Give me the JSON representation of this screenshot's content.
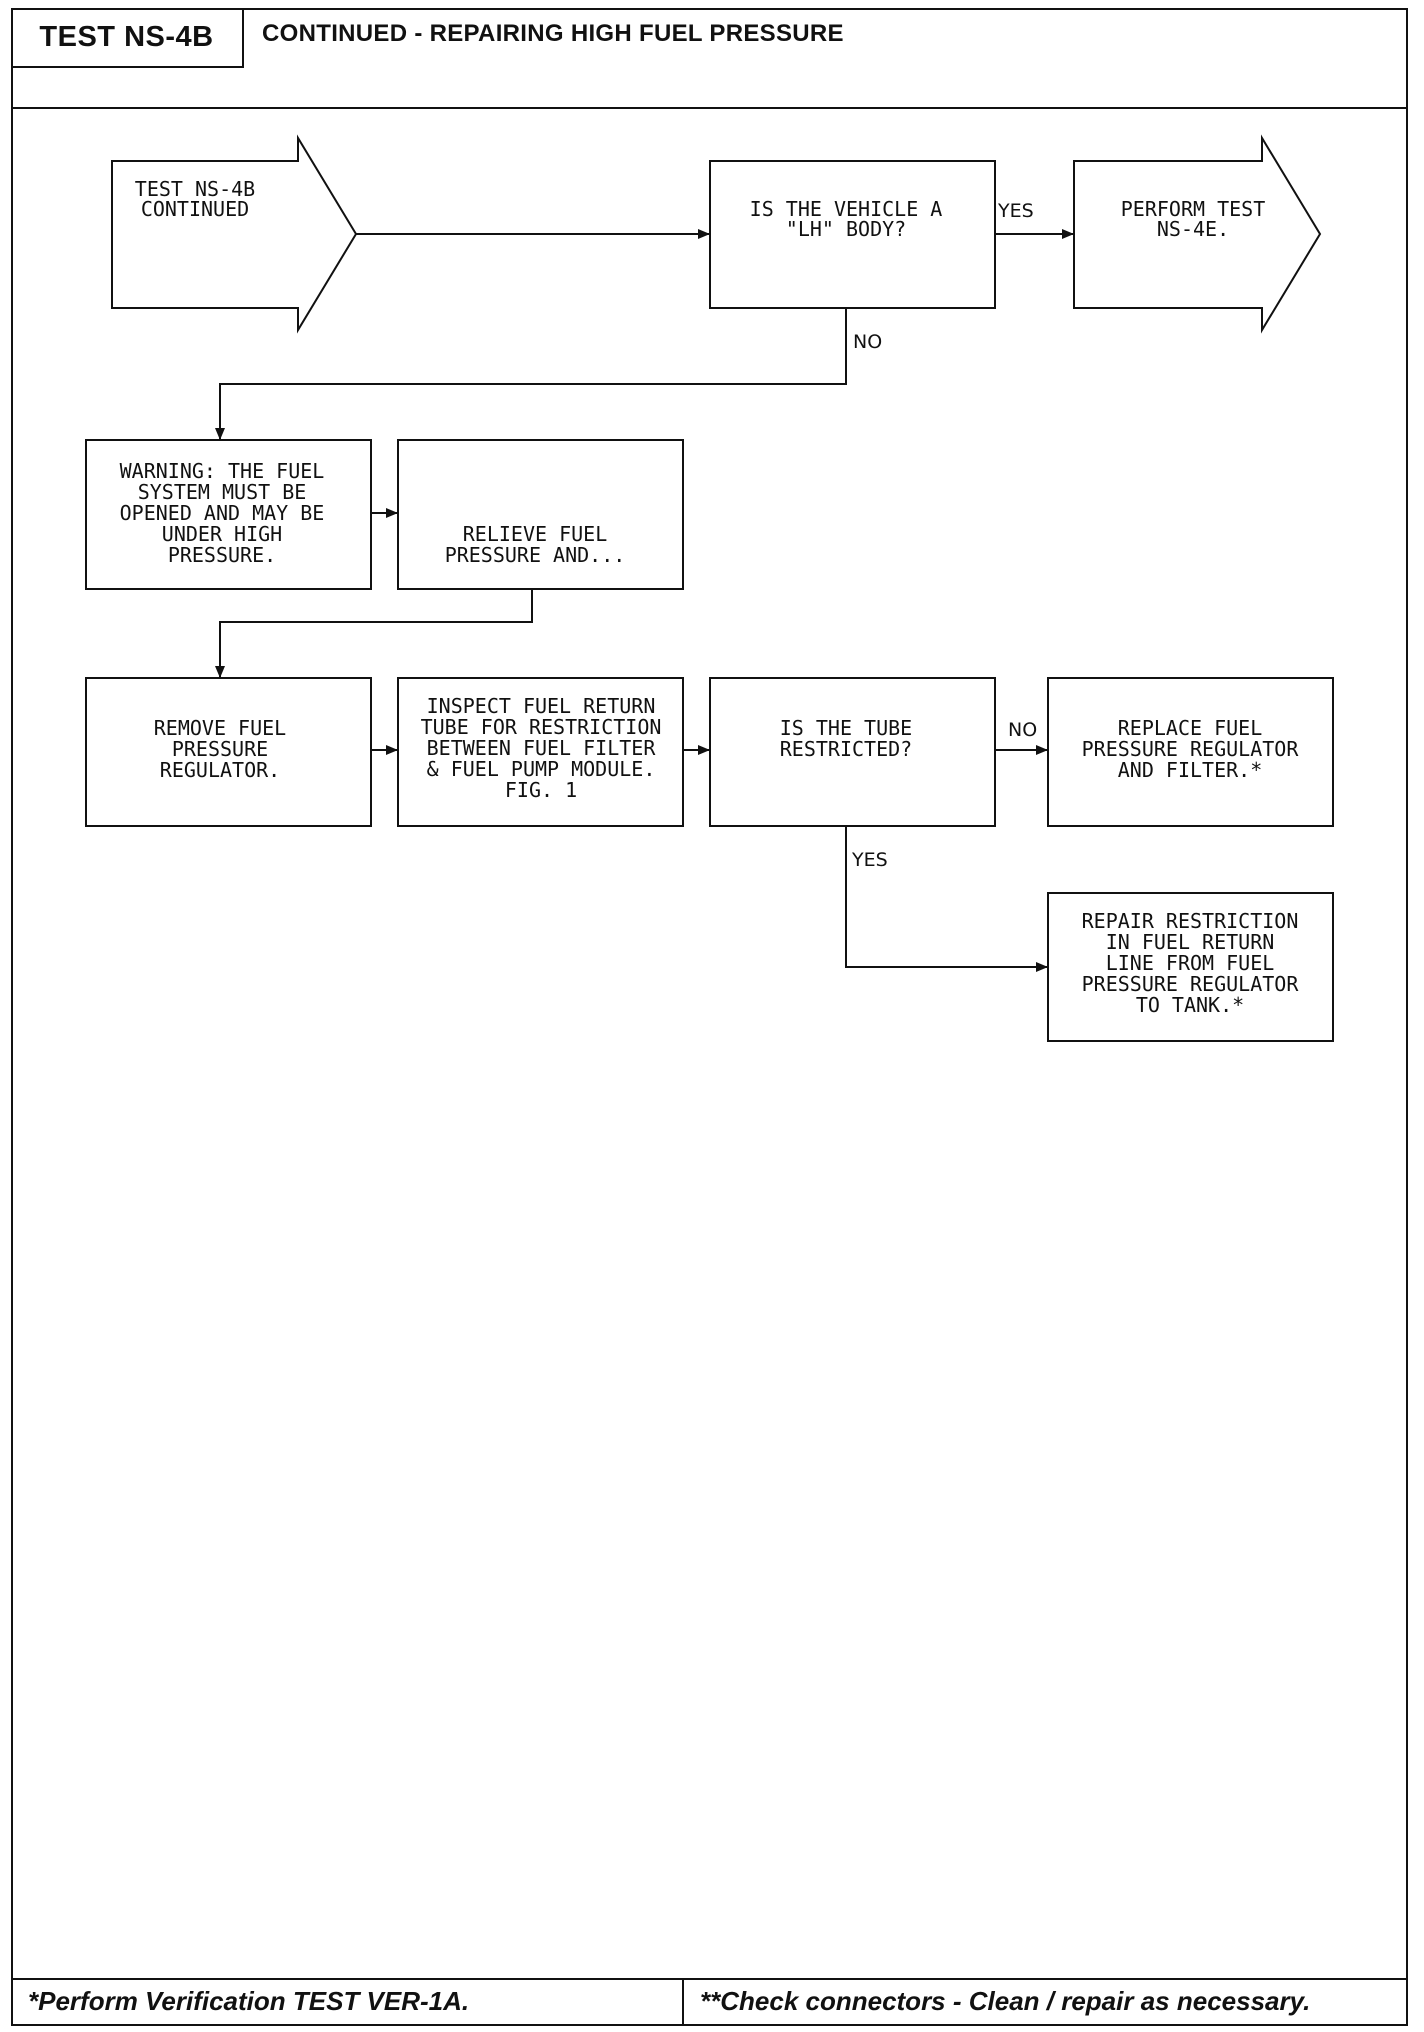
{
  "header": {
    "test_id": "TEST NS-4B",
    "title": "CONTINUED - REPAIRING HIGH FUEL PRESSURE"
  },
  "footer": {
    "left_note": "*Perform Verification TEST VER-1A.",
    "right_note": "**Check connectors - Clean / repair as necessary."
  },
  "nodes": {
    "start": [
      "TEST NS-4B",
      "CONTINUED"
    ],
    "q_lh_body": [
      "IS THE VEHICLE A",
      "\"LH\" BODY?"
    ],
    "perform_ns4e": [
      "PERFORM TEST",
      "NS-4E."
    ],
    "warning": [
      "WARNING: THE FUEL",
      "SYSTEM MUST BE",
      "OPENED AND MAY BE",
      "UNDER HIGH",
      "PRESSURE."
    ],
    "relieve": [
      "RELIEVE FUEL",
      "PRESSURE AND..."
    ],
    "remove_regulator": [
      "REMOVE FUEL",
      "PRESSURE",
      "REGULATOR."
    ],
    "inspect_tube": [
      "INSPECT FUEL RETURN",
      "TUBE FOR RESTRICTION",
      "BETWEEN FUEL FILTER",
      "& FUEL PUMP MODULE.",
      "FIG. 1"
    ],
    "q_restricted": [
      "IS THE TUBE",
      "RESTRICTED?"
    ],
    "replace_regulator": [
      "REPLACE FUEL",
      "PRESSURE REGULATOR",
      "AND FILTER.*"
    ],
    "repair_restriction": [
      "REPAIR RESTRICTION",
      "IN FUEL RETURN",
      "LINE FROM FUEL",
      "PRESSURE REGULATOR",
      "TO TANK.*"
    ]
  },
  "edge_labels": {
    "lh_yes": "YES",
    "lh_no": "NO",
    "restricted_no": "NO",
    "restricted_yes": "YES"
  }
}
